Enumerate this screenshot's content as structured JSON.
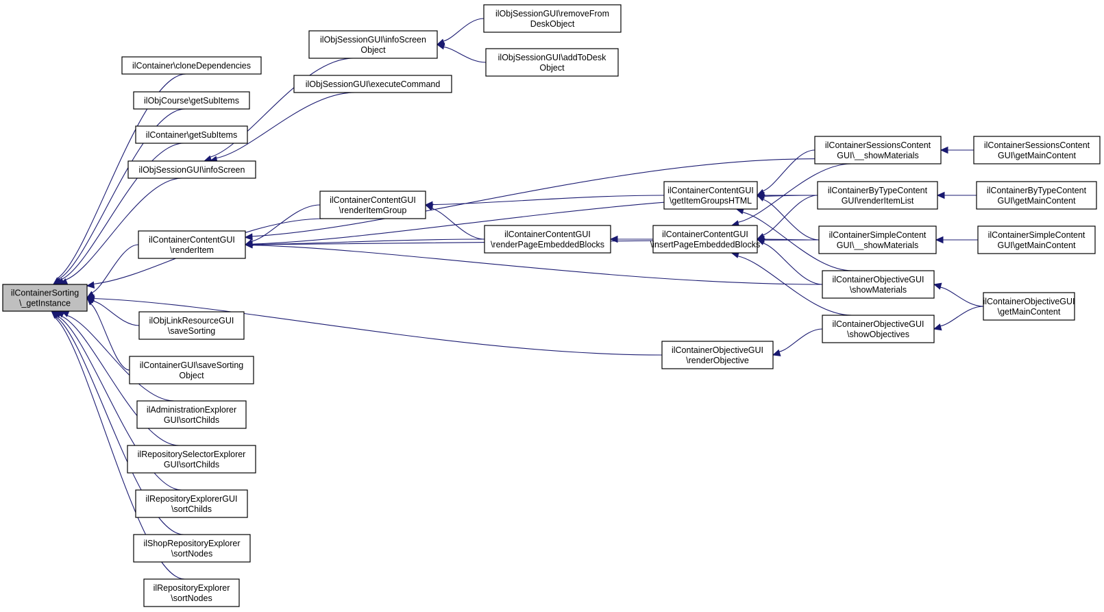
{
  "diagram": {
    "type": "call-graph",
    "root": "n_root",
    "colors": {
      "edge": "#191970",
      "root_fill": "#bfbfbf",
      "node_fill": "#ffffff",
      "border": "#000000"
    },
    "nodes": [
      {
        "id": "n_root",
        "lines": [
          "ilContainerSorting",
          "\\_getInstance"
        ]
      },
      {
        "id": "n_clone",
        "lines": [
          "ilContainer\\cloneDependencies"
        ]
      },
      {
        "id": "n_course_sub",
        "lines": [
          "ilObjCourse\\getSubItems"
        ]
      },
      {
        "id": "n_cont_sub",
        "lines": [
          "ilContainer\\getSubItems"
        ]
      },
      {
        "id": "n_info",
        "lines": [
          "ilObjSessionGUI\\infoScreen"
        ]
      },
      {
        "id": "n_renderItem",
        "lines": [
          "ilContainerContentGUI",
          "\\renderItem"
        ]
      },
      {
        "id": "n_linkres",
        "lines": [
          "ilObjLinkResourceGUI",
          "\\saveSorting"
        ]
      },
      {
        "id": "n_contgui_save",
        "lines": [
          "ilContainerGUI\\saveSorting",
          "Object"
        ]
      },
      {
        "id": "n_admin",
        "lines": [
          "ilAdministrationExplorer",
          "GUI\\sortChilds"
        ]
      },
      {
        "id": "n_repsel",
        "lines": [
          "ilRepositorySelectorExplorer",
          "GUI\\sortChilds"
        ]
      },
      {
        "id": "n_repexpgui",
        "lines": [
          "ilRepositoryExplorerGUI",
          "\\sortChilds"
        ]
      },
      {
        "id": "n_shop",
        "lines": [
          "ilShopRepositoryExplorer",
          "\\sortNodes"
        ]
      },
      {
        "id": "n_repexp",
        "lines": [
          "ilRepositoryExplorer",
          "\\sortNodes"
        ]
      },
      {
        "id": "n_infoObj",
        "lines": [
          "ilObjSessionGUI\\infoScreen",
          "Object"
        ]
      },
      {
        "id": "n_exec",
        "lines": [
          "ilObjSessionGUI\\executeCommand"
        ]
      },
      {
        "id": "n_removeDesk",
        "lines": [
          "ilObjSessionGUI\\removeFrom",
          "DeskObject"
        ]
      },
      {
        "id": "n_addDesk",
        "lines": [
          "ilObjSessionGUI\\addToDesk",
          "Object"
        ]
      },
      {
        "id": "n_renderItemGroup",
        "lines": [
          "ilContainerContentGUI",
          "\\renderItemGroup"
        ]
      },
      {
        "id": "n_renderPEB",
        "lines": [
          "ilContainerContentGUI",
          "\\renderPageEmbeddedBlocks"
        ]
      },
      {
        "id": "n_getIGH",
        "lines": [
          "ilContainerContentGUI",
          "\\getItemGroupsHTML"
        ]
      },
      {
        "id": "n_insertPEB",
        "lines": [
          "ilContainerContentGUI",
          "\\insertPageEmbeddedBlocks"
        ]
      },
      {
        "id": "n_renderObjective",
        "lines": [
          "ilContainerObjectiveGUI",
          "\\renderObjective"
        ]
      },
      {
        "id": "n_sessShow",
        "lines": [
          "ilContainerSessionsContent",
          "GUI\\__showMaterials"
        ]
      },
      {
        "id": "n_byTypeList",
        "lines": [
          "ilContainerByTypeContent",
          "GUI\\renderItemList"
        ]
      },
      {
        "id": "n_simpleShow",
        "lines": [
          "ilContainerSimpleContent",
          "GUI\\__showMaterials"
        ]
      },
      {
        "id": "n_objShowMat",
        "lines": [
          "ilContainerObjectiveGUI",
          "\\showMaterials"
        ]
      },
      {
        "id": "n_objShowObj",
        "lines": [
          "ilContainerObjectiveGUI",
          "\\showObjectives"
        ]
      },
      {
        "id": "n_sessMain",
        "lines": [
          "ilContainerSessionsContent",
          "GUI\\getMainContent"
        ]
      },
      {
        "id": "n_byTypeMain",
        "lines": [
          "ilContainerByTypeContent",
          "GUI\\getMainContent"
        ]
      },
      {
        "id": "n_simpleMain",
        "lines": [
          "ilContainerSimpleContent",
          "GUI\\getMainContent"
        ]
      },
      {
        "id": "n_objMain",
        "lines": [
          "ilContainerObjectiveGUI",
          "\\getMainContent"
        ]
      }
    ],
    "edges": [
      {
        "from": "n_clone",
        "to": "n_root"
      },
      {
        "from": "n_course_sub",
        "to": "n_root"
      },
      {
        "from": "n_cont_sub",
        "to": "n_root"
      },
      {
        "from": "n_info",
        "to": "n_root"
      },
      {
        "from": "n_renderItemGroup",
        "to": "n_root"
      },
      {
        "from": "n_renderItem",
        "to": "n_root"
      },
      {
        "from": "n_renderObjective",
        "to": "n_root"
      },
      {
        "from": "n_linkres",
        "to": "n_root"
      },
      {
        "from": "n_contgui_save",
        "to": "n_root"
      },
      {
        "from": "n_admin",
        "to": "n_root"
      },
      {
        "from": "n_repsel",
        "to": "n_root"
      },
      {
        "from": "n_repexpgui",
        "to": "n_root"
      },
      {
        "from": "n_shop",
        "to": "n_root"
      },
      {
        "from": "n_repexp",
        "to": "n_root"
      },
      {
        "from": "n_infoObj",
        "to": "n_info"
      },
      {
        "from": "n_exec",
        "to": "n_info"
      },
      {
        "from": "n_removeDesk",
        "to": "n_infoObj"
      },
      {
        "from": "n_addDesk",
        "to": "n_infoObj"
      },
      {
        "from": "n_renderItemGroup",
        "to": "n_renderItem"
      },
      {
        "from": "n_renderPEB",
        "to": "n_renderItem"
      },
      {
        "from": "n_sessShow",
        "to": "n_renderItem"
      },
      {
        "from": "n_byTypeList",
        "to": "n_renderItem"
      },
      {
        "from": "n_simpleShow",
        "to": "n_renderItem"
      },
      {
        "from": "n_objShowMat",
        "to": "n_renderItem"
      },
      {
        "from": "n_getIGH",
        "to": "n_renderItemGroup"
      },
      {
        "from": "n_renderPEB",
        "to": "n_renderItemGroup"
      },
      {
        "from": "n_insertPEB",
        "to": "n_renderPEB"
      },
      {
        "from": "n_sessShow",
        "to": "n_getIGH"
      },
      {
        "from": "n_byTypeList",
        "to": "n_getIGH"
      },
      {
        "from": "n_simpleShow",
        "to": "n_getIGH"
      },
      {
        "from": "n_objShowMat",
        "to": "n_getIGH"
      },
      {
        "from": "n_sessShow",
        "to": "n_insertPEB"
      },
      {
        "from": "n_byTypeList",
        "to": "n_insertPEB"
      },
      {
        "from": "n_simpleShow",
        "to": "n_insertPEB"
      },
      {
        "from": "n_objShowMat",
        "to": "n_insertPEB"
      },
      {
        "from": "n_objShowObj",
        "to": "n_insertPEB"
      },
      {
        "from": "n_objShowObj",
        "to": "n_renderObjective"
      },
      {
        "from": "n_sessMain",
        "to": "n_sessShow"
      },
      {
        "from": "n_byTypeMain",
        "to": "n_byTypeList"
      },
      {
        "from": "n_simpleMain",
        "to": "n_simpleShow"
      },
      {
        "from": "n_objMain",
        "to": "n_objShowMat"
      },
      {
        "from": "n_objMain",
        "to": "n_objShowObj"
      }
    ]
  }
}
